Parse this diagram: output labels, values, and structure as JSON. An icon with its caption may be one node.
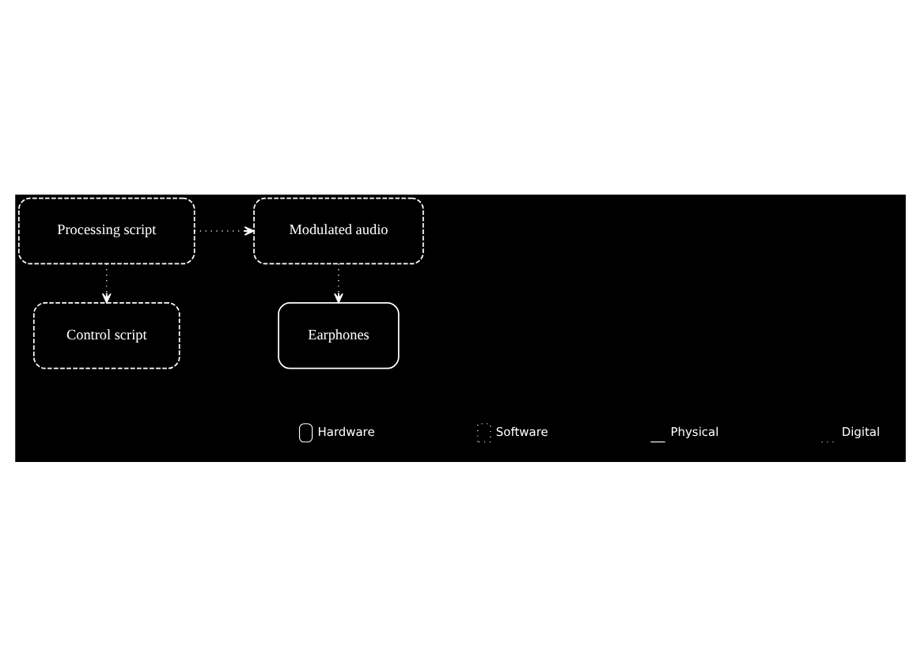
{
  "diagram": {
    "nodes": [
      {
        "text": [
          "Modulated audio"
        ]
      },
      {
        "text": [
          "Processing script"
        ]
      },
      {
        "text": [
          "Earphones"
        ]
      },
      {
        "text": [
          "Control script"
        ]
      }
    ],
    "edges": [
      {
        "from": 1,
        "to": 0,
        "arrow": "to"
      },
      {
        "from": 0,
        "to": 2,
        "arrow": "to"
      },
      {
        "from": 1,
        "to": 3,
        "arrow": "to"
      }
    ],
    "legend": [
      {
        "text": "Hardware"
      },
      {
        "text": "Software"
      },
      {
        "text": "Physical"
      },
      {
        "text": "Digital"
      }
    ]
  }
}
